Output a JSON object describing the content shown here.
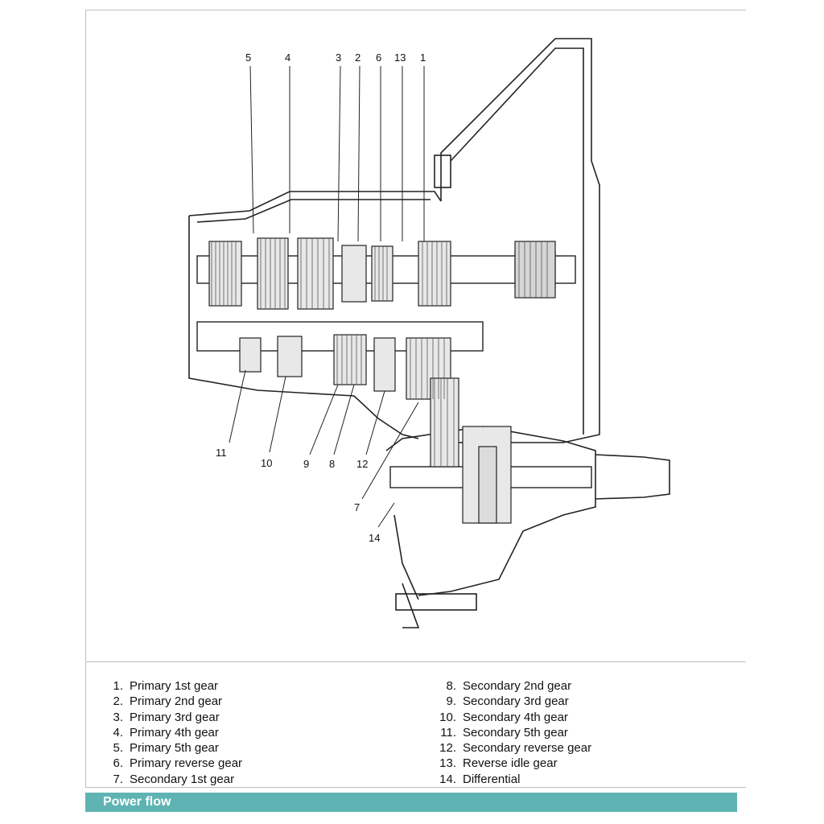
{
  "diagram": {
    "callouts": [
      "5",
      "4",
      "3",
      "2",
      "6",
      "13",
      "1",
      "11",
      "10",
      "9",
      "8",
      "12",
      "7",
      "14"
    ]
  },
  "legend": {
    "left": [
      {
        "num": "1.",
        "label": "Primary 1st gear"
      },
      {
        "num": "2.",
        "label": "Primary 2nd gear"
      },
      {
        "num": "3.",
        "label": "Primary 3rd gear"
      },
      {
        "num": "4.",
        "label": "Primary 4th gear"
      },
      {
        "num": "5.",
        "label": "Primary 5th gear"
      },
      {
        "num": "6.",
        "label": "Primary reverse gear"
      },
      {
        "num": "7.",
        "label": "Secondary 1st gear"
      }
    ],
    "right": [
      {
        "num": "8.",
        "label": "Secondary 2nd gear"
      },
      {
        "num": "9.",
        "label": "Secondary 3rd gear"
      },
      {
        "num": "10.",
        "label": "Secondary 4th gear"
      },
      {
        "num": "11.",
        "label": "Secondary 5th gear"
      },
      {
        "num": "12.",
        "label": "Secondary reverse gear"
      },
      {
        "num": "13.",
        "label": "Reverse idle gear"
      },
      {
        "num": "14.",
        "label": "Differential"
      }
    ]
  },
  "banner": {
    "title": "Power flow",
    "color": "#5fb3b3"
  }
}
